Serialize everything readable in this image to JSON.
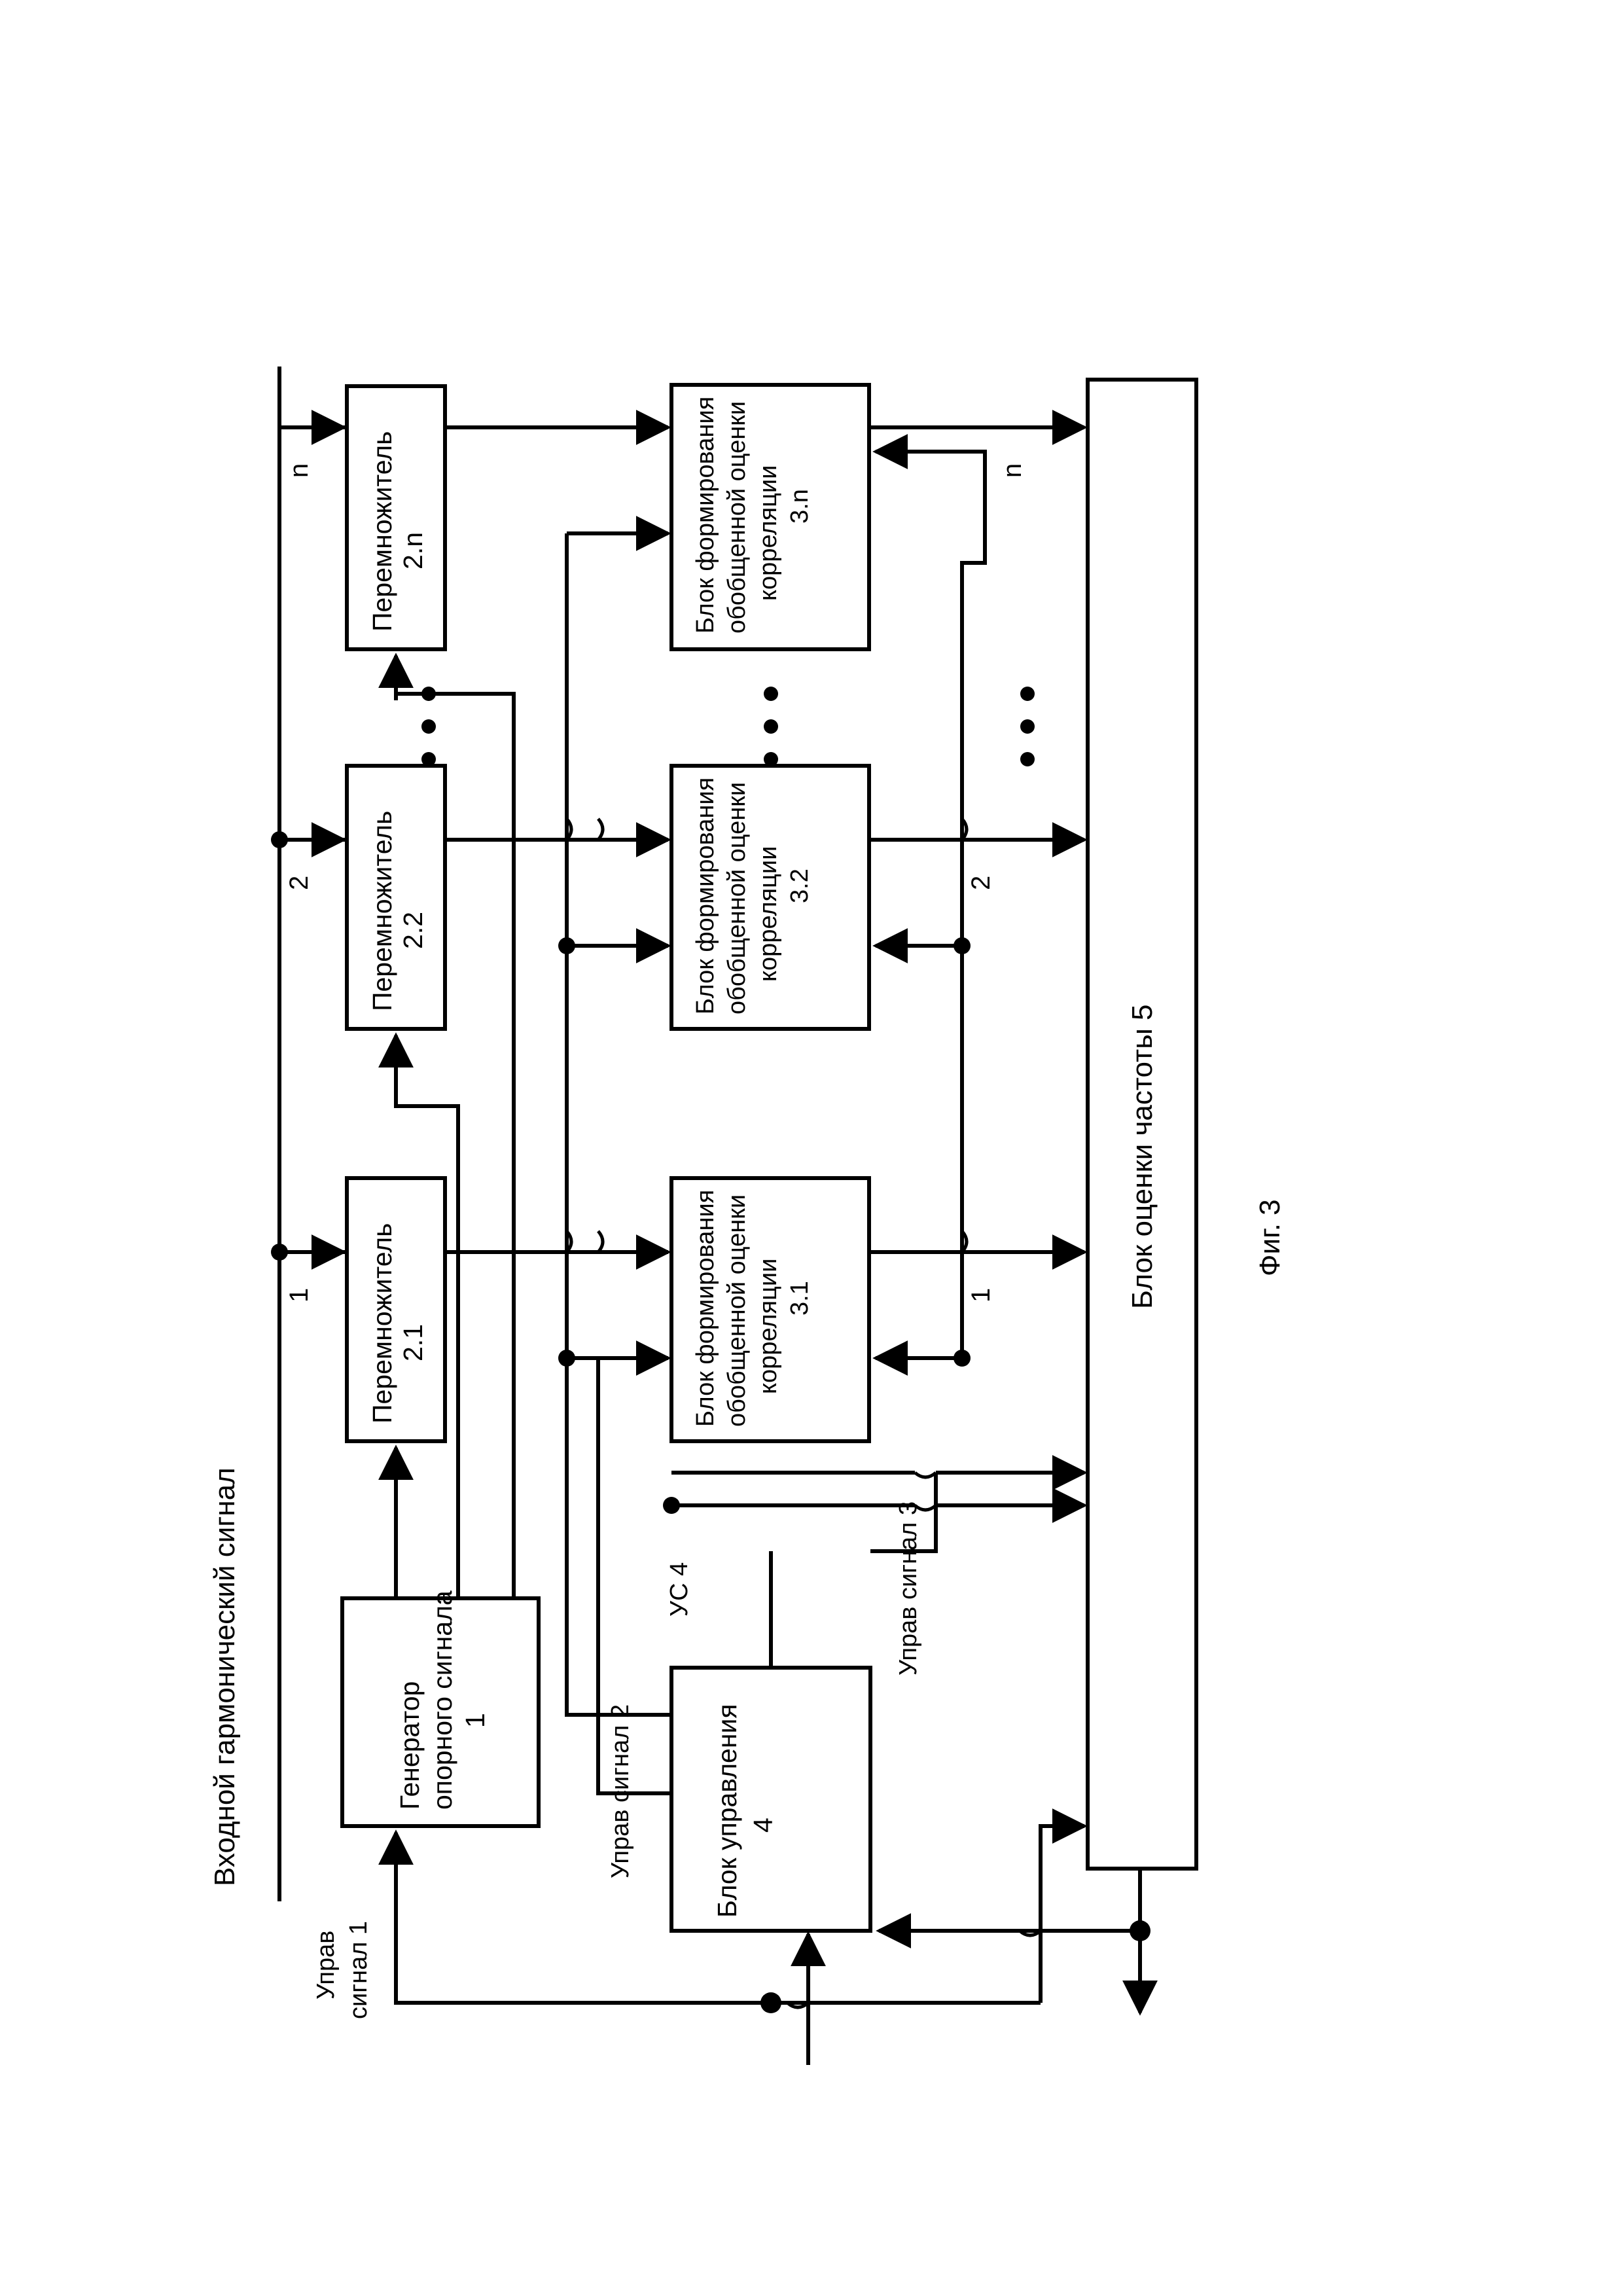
{
  "figure": {
    "caption": "Фиг. 3",
    "input_label": "Входной гармонический сигнал",
    "index_labels": {
      "one": "1",
      "two": "2",
      "n": "n"
    },
    "ellipsis": "•••"
  },
  "blocks": {
    "generator": {
      "line1": "Генератор",
      "line2": "опорного сигнала",
      "number": "1"
    },
    "multipliers": [
      {
        "name": "Перемножитель",
        "number": "2.1"
      },
      {
        "name": "Перемножитель",
        "number": "2.2"
      },
      {
        "name": "Перемножитель",
        "number": "2.n"
      }
    ],
    "correlators": [
      {
        "line1": "Блок формирования",
        "line2": "обобщенной оценки",
        "line3": "корреляции",
        "number": "3.1"
      },
      {
        "line1": "Блок формирования",
        "line2": "обобщенной оценки",
        "line3": "корреляции",
        "number": "3.2"
      },
      {
        "line1": "Блок формирования",
        "line2": "обобщенной оценки",
        "line3": "корреляции",
        "number": "3.n"
      }
    ],
    "control": {
      "line1": "Блок управления",
      "number": "4"
    },
    "frequency": {
      "name": "Блок оценки частоты  5"
    }
  },
  "signals": {
    "ctrl1_line1": "Управ",
    "ctrl1_line2": "сигнал 1",
    "ctrl2": "Управ сигнал 2",
    "ctrl3": "Управ сигнал 3",
    "us4": "УС 4"
  },
  "colors": {
    "stroke": "#000000",
    "background": "#ffffff"
  }
}
